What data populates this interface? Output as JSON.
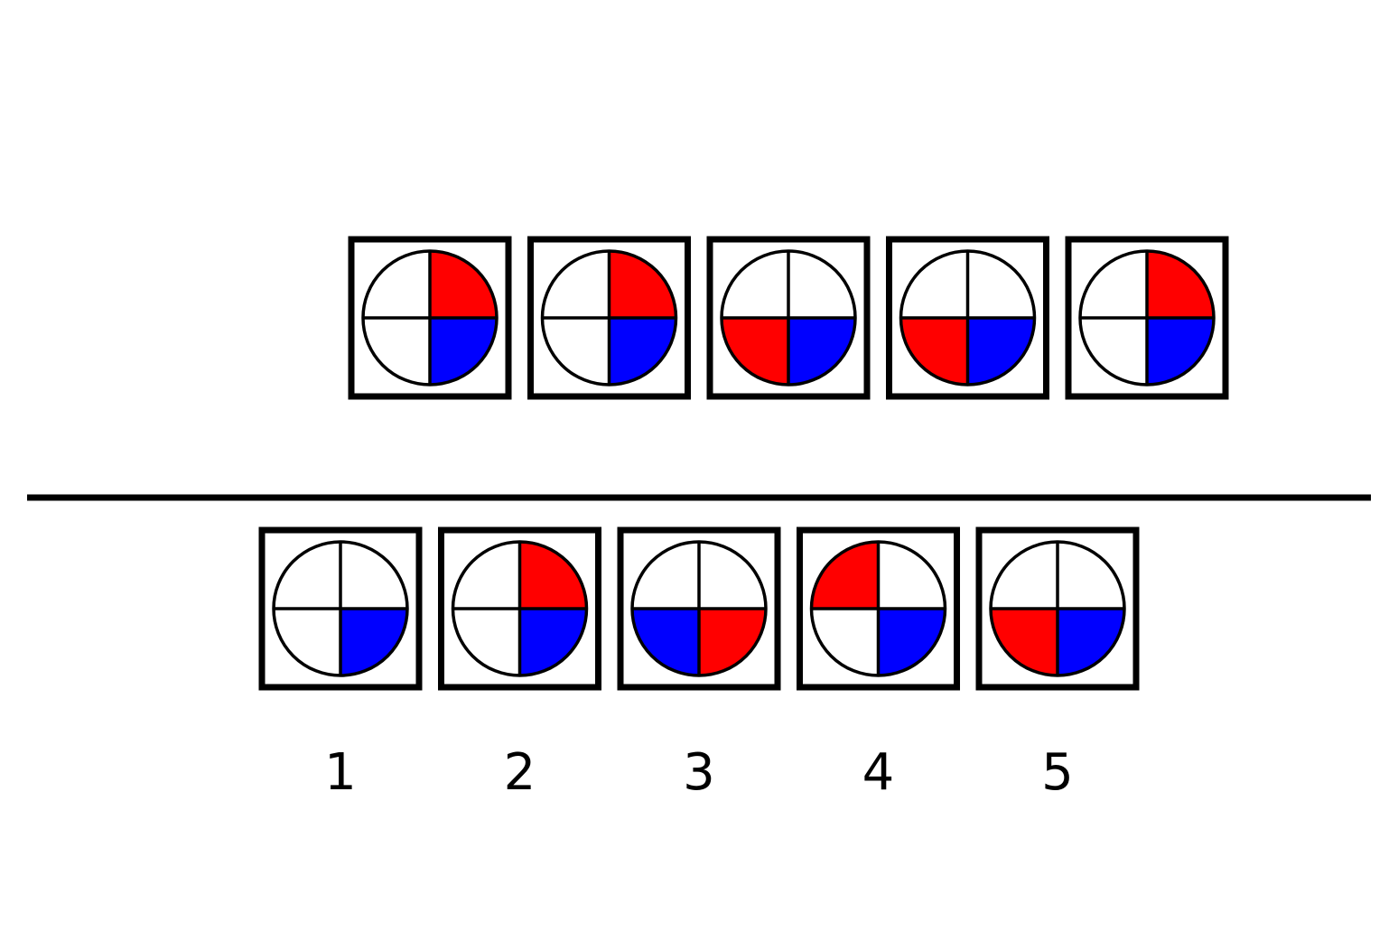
{
  "colors": {
    "red": "#ff0000",
    "blue": "#0000ff",
    "white": "#ffffff",
    "stroke": "#000000"
  },
  "quadrant_order": [
    "top-left",
    "top-right",
    "bottom-left",
    "bottom-right"
  ],
  "sequence": [
    {
      "top-left": "white",
      "top-right": "red",
      "bottom-left": "white",
      "bottom-right": "blue"
    },
    {
      "top-left": "white",
      "top-right": "red",
      "bottom-left": "white",
      "bottom-right": "blue"
    },
    {
      "top-left": "white",
      "top-right": "white",
      "bottom-left": "red",
      "bottom-right": "blue"
    },
    {
      "top-left": "white",
      "top-right": "white",
      "bottom-left": "red",
      "bottom-right": "blue"
    },
    {
      "top-left": "white",
      "top-right": "red",
      "bottom-left": "white",
      "bottom-right": "blue"
    }
  ],
  "options": [
    {
      "label": "1",
      "quadrants": {
        "top-left": "white",
        "top-right": "white",
        "bottom-left": "white",
        "bottom-right": "blue"
      }
    },
    {
      "label": "2",
      "quadrants": {
        "top-left": "white",
        "top-right": "red",
        "bottom-left": "white",
        "bottom-right": "blue"
      }
    },
    {
      "label": "3",
      "quadrants": {
        "top-left": "white",
        "top-right": "white",
        "bottom-left": "blue",
        "bottom-right": "red"
      }
    },
    {
      "label": "4",
      "quadrants": {
        "top-left": "red",
        "top-right": "white",
        "bottom-left": "white",
        "bottom-right": "blue"
      }
    },
    {
      "label": "5",
      "quadrants": {
        "top-left": "white",
        "top-right": "white",
        "bottom-left": "red",
        "bottom-right": "blue"
      }
    }
  ]
}
